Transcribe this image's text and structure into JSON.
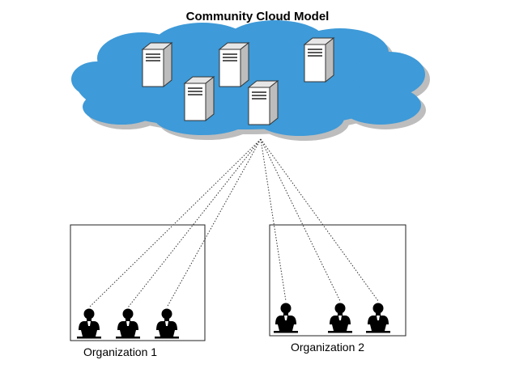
{
  "title": "Community Cloud Model",
  "organizations": [
    {
      "label": "Organization 1",
      "users": 3
    },
    {
      "label": "Organization 2",
      "users": 3
    }
  ],
  "cloud": {
    "servers": 5,
    "fill_color": "#3e9ad8",
    "shadow_color": "#bdbdbd"
  },
  "connections": 6
}
